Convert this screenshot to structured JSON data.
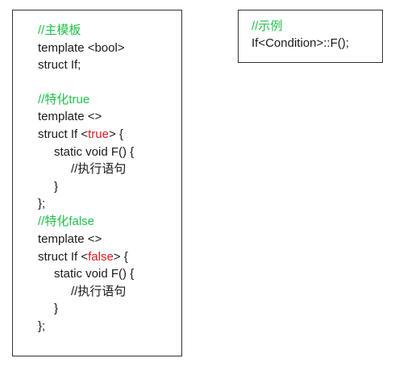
{
  "colors": {
    "comment": "#1fbf4a",
    "keyword_value": "#e0191e",
    "text": "#1a1a1a",
    "border": "#333333"
  },
  "code": {
    "primary_comment": "//主模板",
    "primary_template": "template <bool>",
    "primary_struct": "struct If;",
    "true_comment": "//特化true",
    "true_template": "template <>",
    "true_struct_pre": "struct If <",
    "true_value": "true",
    "true_struct_post": "> {",
    "true_func": "static void F() {",
    "true_body": "//执行语句",
    "true_close_func": "}",
    "true_close_struct": "};",
    "false_comment": "//特化false",
    "false_template": "template <>",
    "false_struct_pre": "struct If <",
    "false_value": "false",
    "false_struct_post": "> {",
    "false_func": "static void F() {",
    "false_body": "//执行语句",
    "false_close_func": "}",
    "false_close_struct": "};"
  },
  "example": {
    "comment": "//示例",
    "call": "If<Condition>::F();"
  }
}
